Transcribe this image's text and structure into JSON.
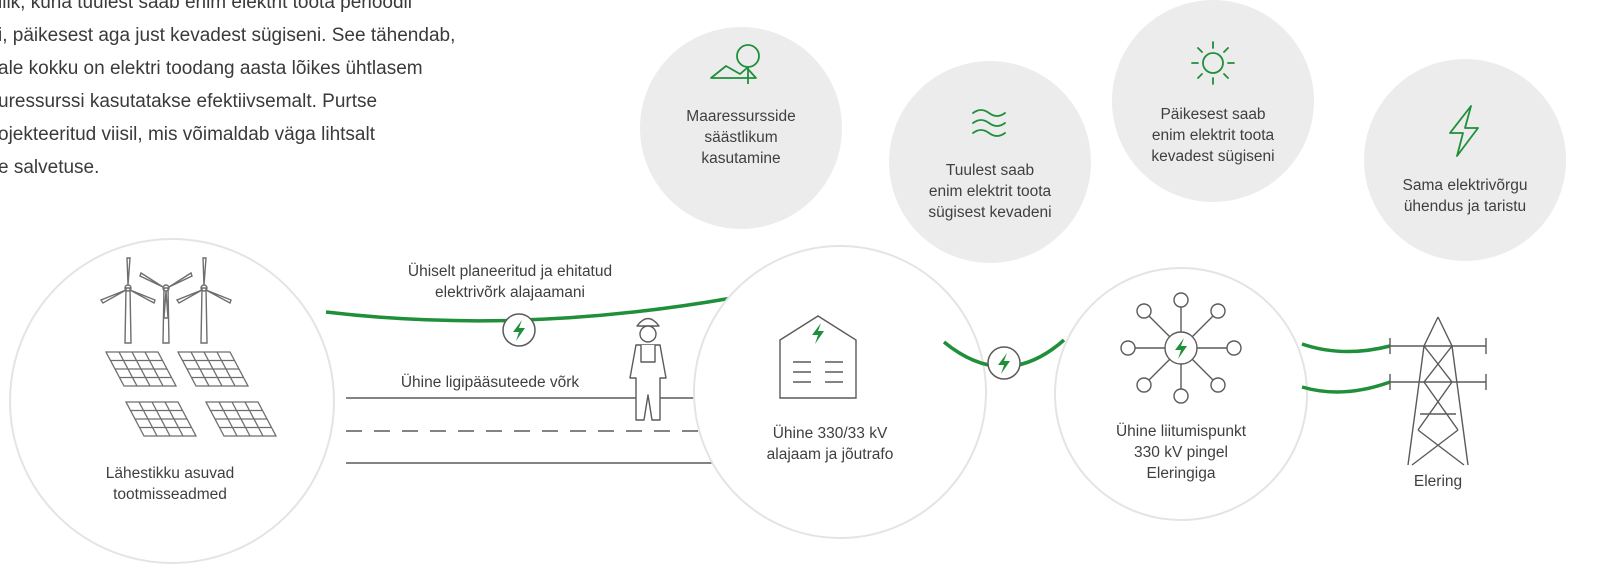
{
  "intro_lines": [
    "ilik, kuna tuulest saab enim elektrit toota perioodil",
    "i, päikesest aga just kevadest sügiseni. See tähendab,",
    "ale kokku on elektri toodang aasta lõikes ühtlasem",
    "uressurssi kasutatakse efektiivsemalt. Purtse",
    "ojekteeritud viisil, mis võimaldab väga lihtsalt",
    "e salvetuse."
  ],
  "benefits": [
    {
      "icon": "land-icon",
      "lines": [
        "Maaressursside",
        "säästlikum",
        "kasutamine"
      ]
    },
    {
      "icon": "wind-waves-icon",
      "lines": [
        "Tuulest saab",
        "enim elektrit toota",
        "sügisest kevadeni"
      ]
    },
    {
      "icon": "sun-icon",
      "lines": [
        "Päikesest saab",
        "enim elektrit toota",
        "kevadest sügiseni"
      ]
    },
    {
      "icon": "lightning-icon",
      "lines": [
        "Sama elektrivõrgu",
        "ühendus ja taristu"
      ]
    }
  ],
  "flow": {
    "production_lines": [
      "Lähestikku asuvad",
      "tootmisseadmed"
    ],
    "grid_label_lines": [
      "Ühiselt planeeritud ja ehitatud",
      "elektrivõrk alajaamani"
    ],
    "road_label": "Ühine ligipääsuteede võrk",
    "substation_lines": [
      "Ühine 330/33 kV",
      "alajaam ja jõutrafo"
    ],
    "connection_lines": [
      "Ühine liitumispunkt",
      "330 kV pingel",
      "Eleringiga"
    ],
    "elering_label": "Elering"
  },
  "colors": {
    "green": "#1f8f3a",
    "circle": "#ececec",
    "stroke": "#7a7a7a"
  }
}
